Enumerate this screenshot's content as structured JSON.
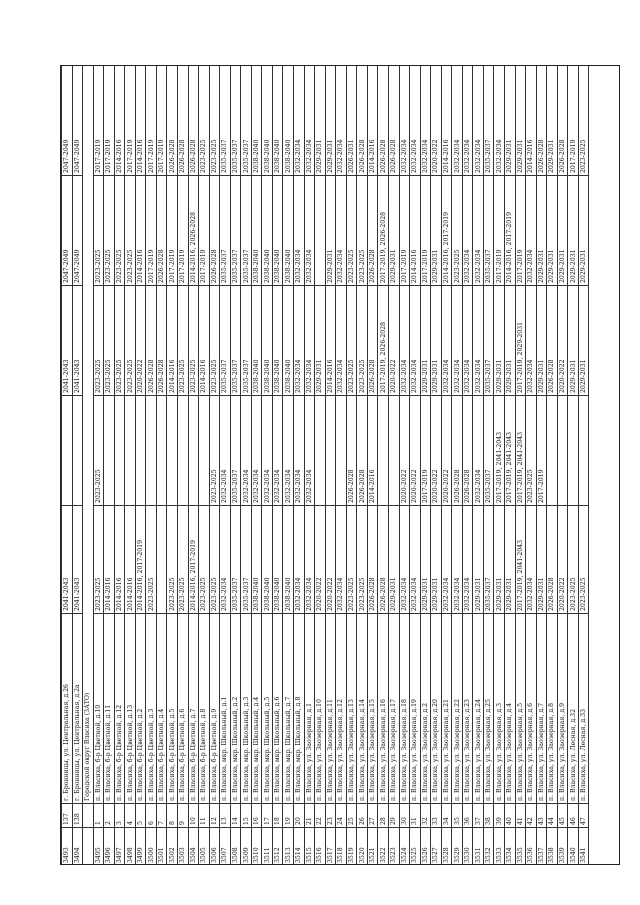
{
  "rows": [
    [
      "3493",
      "137",
      "г. Бронницы, ул. Центральная, д.26",
      "2041-2043",
      "",
      "2041-2043",
      "2047-2049",
      "2047-2049"
    ],
    [
      "3494",
      "138",
      "г. Бронницы, ул. Центральная, д.2а",
      "2041-2043",
      "",
      "2041-2043",
      "2047-2049",
      "2047-2049"
    ],
    [
      "",
      "",
      "Городской округ Власиха (ЗАТО)",
      "",
      "",
      "",
      "",
      ""
    ],
    [
      "3495",
      "1",
      "п. Власиха, б-р Цветной, д.10",
      "2023-2025",
      "2023-2025",
      "2023-2025",
      "2023-2025",
      "2017-2019"
    ],
    [
      "3496",
      "2",
      "п. Власиха, б-р Цветной, д.11",
      "2014-2016",
      "",
      "2023-2025",
      "2023-2025",
      "2017-2019"
    ],
    [
      "3497",
      "3",
      "п. Власиха, б-р Цветной, д.12",
      "2014-2016",
      "",
      "2023-2025",
      "2023-2025",
      "2014-2016"
    ],
    [
      "3498",
      "4",
      "п. Власиха, б-р Цветной, д.13",
      "2014-2016",
      "",
      "2023-2025",
      "2023-2025",
      "2017-2019"
    ],
    [
      "3499",
      "5",
      "п. Власиха, б-р Цветной, д.2",
      "2014-2016, 2017-2019",
      "",
      "2020-2022",
      "2014-2016",
      "2014-2016"
    ],
    [
      "3500",
      "6",
      "п. Власиха, б-р Цветной, д.3",
      "2023-2025",
      "",
      "2026-2028",
      "2017-2019",
      "2017-2019"
    ],
    [
      "3501",
      "7",
      "п. Власиха, б-р Цветной, д.4",
      "",
      "",
      "2026-2028",
      "2026-2028",
      "2017-2019"
    ],
    [
      "3502",
      "8",
      "п. Власиха, б-р Цветной, д.5",
      "2023-2025",
      "",
      "2014-2016",
      "2017-2019",
      "2026-2028"
    ],
    [
      "3503",
      "9",
      "п. Власиха, б-р Цветной, д.6",
      "2023-2025",
      "",
      "2023-2025",
      "2017-2019",
      "2026-2028"
    ],
    [
      "3504",
      "10",
      "п. Власиха, б-р Цветной, д.7",
      "2014-2016, 2017-2019",
      "",
      "2023-2025",
      "2014-2016, 2026-2028",
      "2026-2028"
    ],
    [
      "3505",
      "11",
      "п. Власиха, б-р Цветной, д.8",
      "2023-2025",
      "",
      "2014-2016",
      "2017-2019",
      "2023-2025"
    ],
    [
      "3506",
      "12",
      "п. Власиха, б-р Цветной, д.9",
      "2023-2025",
      "2023-2025",
      "2023-2025",
      "2026-2028",
      "2023-2025"
    ],
    [
      "3507",
      "13",
      "п. Власиха, мкр. Школьный, д.1",
      "2032-2034",
      "2032-2034",
      "2035-2037",
      "2035-2037",
      "2035-2037"
    ],
    [
      "3508",
      "14",
      "п. Власиха, мкр. Школьный, д.2",
      "2035-2037",
      "2035-2037",
      "2035-2037",
      "2035-2037",
      "2035-2037"
    ],
    [
      "3509",
      "15",
      "п. Власиха, мкр. Школьный, д.3",
      "2035-2037",
      "2032-2034",
      "2035-2037",
      "2035-2037",
      "2035-2037"
    ],
    [
      "3510",
      "16",
      "п. Власиха, мкр. Школьный, д.4",
      "2038-2040",
      "2032-2034",
      "2038-2040",
      "2038-2040",
      "2038-2040"
    ],
    [
      "3511",
      "17",
      "п. Власиха, мкр. Школьный, д.5",
      "2038-2040",
      "2032-2034",
      "2038-2040",
      "2038-2040",
      "2038-2040"
    ],
    [
      "3512",
      "18",
      "п. Власиха, мкр. Школьный, д.6",
      "2038-2040",
      "2032-2034",
      "2038-2040",
      "2038-2040",
      "2038-2040"
    ],
    [
      "3513",
      "19",
      "п. Власиха, мкр. Школьный, д.7",
      "2038-2040",
      "2032-2034",
      "2038-2040",
      "2038-2040",
      "2038-2040"
    ],
    [
      "3514",
      "20",
      "п. Власиха, мкр. Школьный, д.8",
      "2032-2034",
      "2032-2034",
      "2032-2034",
      "2032-2034",
      "2032-2034"
    ],
    [
      "3515",
      "21",
      "п. Власиха, ул. Заозерная, д.1",
      "2032-2034",
      "2032-2034",
      "2032-2034",
      "2032-2034",
      "2032-2034"
    ],
    [
      "3516",
      "22",
      "п. Власиха, ул. Заозерная, д.10",
      "2020-2022",
      "",
      "2029-2031",
      "",
      "2029-2031"
    ],
    [
      "3517",
      "23",
      "п. Власиха, ул. Заозерная, д.11",
      "2020-2022",
      "",
      "2014-2016",
      "2029-2031",
      "2029-2031"
    ],
    [
      "3518",
      "24",
      "п. Власиха, ул. Заозерная, д.12",
      "2032-2034",
      "",
      "2032-2034",
      "2032-2034",
      "2032-2034"
    ],
    [
      "3519",
      "25",
      "п. Власиха, ул. Заозерная, д.13",
      "2023-2025",
      "2026-2028",
      "2023-2025",
      "2023-2025",
      "2026-2031"
    ],
    [
      "3520",
      "26",
      "п. Власиха, ул. Заозерная, д.14",
      "2023-2025",
      "2026-2028",
      "2023-2025",
      "2023-2025",
      "2026-2028"
    ],
    [
      "3521",
      "27",
      "п. Власиха, ул. Заозерная, д.15",
      "2026-2028",
      "2014-2016",
      "2026-2028",
      "2026-2028",
      "2014-2016"
    ],
    [
      "3522",
      "28",
      "п. Власиха, ул. Заозерная, д.16",
      "2026-2028",
      "",
      "2017-2019, 2026-2028",
      "2017-2019, 2026-2028",
      "2026-2028"
    ],
    [
      "3523",
      "29",
      "п. Власиха, ул. Заозерная, д.17",
      "2029-2031",
      "",
      "2020-2022",
      "2029-2031",
      "2026-2028"
    ],
    [
      "3524",
      "30",
      "п. Власиха, ул. Заозерная, д.18",
      "2032-2034",
      "2020-2022",
      "2032-2034",
      "2017-2019",
      "2032-2034"
    ],
    [
      "3525",
      "31",
      "п. Власиха, ул. Заозерная, д.19",
      "2032-2034",
      "2020-2022",
      "2032-2034",
      "2014-2016",
      "2032-2034"
    ],
    [
      "3526",
      "32",
      "п. Власиха, ул. Заозерная, д.2",
      "2029-2031",
      "2017-2019",
      "2029-2031",
      "2017-2019",
      "2032-2034"
    ],
    [
      "3527",
      "33",
      "п. Власиха, ул. Заозерная, д.20",
      "2029-2031",
      "2020-2022",
      "2029-2031",
      "2029-2031",
      "2020-2022"
    ],
    [
      "3528",
      "34",
      "п. Власиха, ул. Заозерная, д.21",
      "2032-2034",
      "2020-2022",
      "2032-2034",
      "2014-2016, 2017-2019",
      "2014-2016"
    ],
    [
      "3529",
      "35",
      "п. Власиха, ул. Заозерная, д.22",
      "2032-2034",
      "2026-2028",
      "2032-2034",
      "2023-2025",
      "2032-2034"
    ],
    [
      "3530",
      "36",
      "п. Власиха, ул. Заозерная, д.23",
      "2032-2034",
      "2026-2028",
      "2032-2034",
      "2032-2034",
      "2032-2034"
    ],
    [
      "3531",
      "37",
      "п. Власиха, ул. Заозерная, д.24",
      "2029-2031",
      "2032-2034",
      "2032-2034",
      "2032-2034",
      "2032-2034"
    ],
    [
      "3532",
      "38",
      "п. Власиха, ул. Заозерная, д.25",
      "2035-2037",
      "2035-2037",
      "2035-2037",
      "2035-2037",
      "2035-2037"
    ],
    [
      "3533",
      "39",
      "п. Власиха, ул. Заозерная, д.3",
      "2029-2031",
      "2017-2019, 2041-2043",
      "2029-2031",
      "2017-2019",
      "2032-2034"
    ],
    [
      "3534",
      "40",
      "п. Власиха, ул. Заозерная, д.4",
      "2029-2031",
      "2017-2019, 2041-2043",
      "2029-2031",
      "2014-2016, 2017-2019",
      "2029-2031"
    ],
    [
      "3535",
      "41",
      "п. Власиха, ул. Заозерная, д.5",
      "2017-2019, 2041-2043",
      "2017-2019, 2041-2043",
      "2017-2019, 2029-2031",
      "2017-2019",
      "2029-2031"
    ],
    [
      "3536",
      "42",
      "п. Власиха, ул. Заозерная, д.6",
      "2032-2034",
      "2023-2025",
      "2032-2034",
      "2032-2034",
      "2014-2016"
    ],
    [
      "3537",
      "43",
      "п. Власиха, ул. Заозерная, д.7",
      "2029-2031",
      "2017-2019",
      "2029-2031",
      "2029-2031",
      "2026-2028"
    ],
    [
      "3538",
      "44",
      "п. Власиха, ул. Заозерная, д.8",
      "2026-2028",
      "",
      "2026-2028",
      "2029-2031",
      "2029-2031"
    ],
    [
      "3539",
      "45",
      "п. Власиха, ул. Заозерная, д.9",
      "2020-2022",
      "",
      "2020-2022",
      "2029-2031",
      "2026-2028"
    ],
    [
      "3540",
      "46",
      "п. Власиха, ул. Лесная, д.32",
      "2023-2025",
      "",
      "2029-2031",
      "2029-2031",
      "2017-2019"
    ],
    [
      "3541",
      "47",
      "п. Власиха, ул. Лесная, д.33",
      "2023-2025",
      "",
      "2029-2031",
      "2029-2031",
      "2023-2025"
    ]
  ]
}
